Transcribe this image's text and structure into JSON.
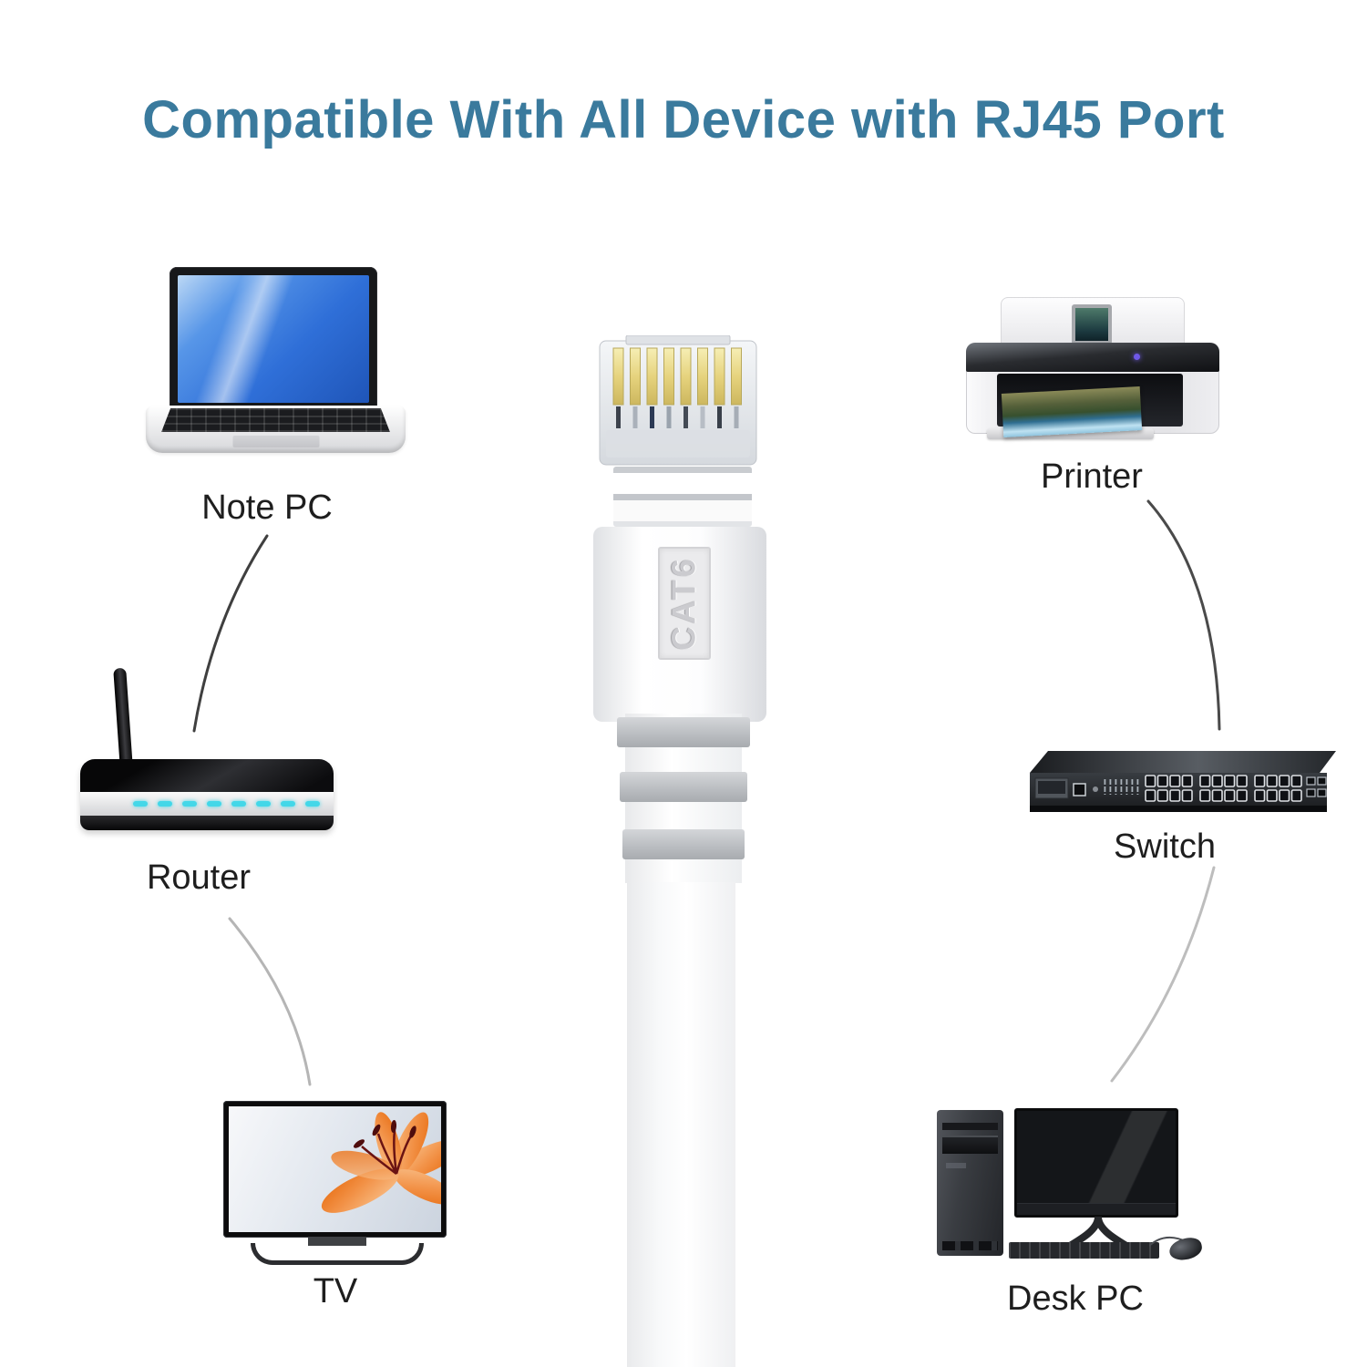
{
  "title": {
    "text": "Compatible With All Device with RJ45 Port",
    "color": "#3a7a9d"
  },
  "cable": {
    "marking": "CAT6"
  },
  "devices": {
    "note_pc": {
      "label": "Note PC"
    },
    "router": {
      "label": "Router"
    },
    "tv": {
      "label": "TV"
    },
    "printer": {
      "label": "Printer"
    },
    "switch": {
      "label": "Switch"
    },
    "desk_pc": {
      "label": "Desk PC"
    }
  },
  "connectors": [
    {
      "from": "note_pc",
      "to": "router"
    },
    {
      "from": "router",
      "to": "tv"
    },
    {
      "from": "printer",
      "to": "switch"
    },
    {
      "from": "switch",
      "to": "desk_pc"
    }
  ],
  "colors": {
    "title": "#3a7a9d",
    "label": "#1e1e1e",
    "background": "#ffffff",
    "router_led": "#43d7e8",
    "connector_pin_gold": "#e6d37e",
    "flower_orange": "#f29146",
    "laptop_screen_blue": "#2f6fd8"
  }
}
